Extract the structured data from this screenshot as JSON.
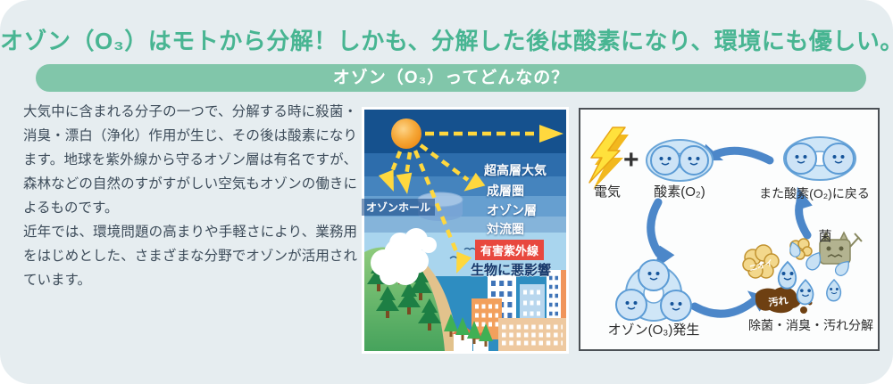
{
  "colors": {
    "card_bg": "#e6edf0",
    "title_green": "#48b592",
    "banner_green": "#81c6aa",
    "body_text": "#3d4c5a",
    "cycle_arrow_blue": "#4c87c9",
    "uv_warning_red": "#e8483e",
    "dashed_arrow_yellow": "#ffd83e",
    "sun_orange": "#f09a28"
  },
  "header": {
    "title": "オゾン（O₃）はモトから分解！しかも、分解した後は酸素になり、環境にも優しい。",
    "banner": "オゾン（O₃）ってどんなの？"
  },
  "intro": {
    "paragraph1": "大気中に含まれる分子の一つで、分解する時に殺菌・消臭・漂白（浄化）作用が生じ、その後は酸素になります。地球を紫外線から守るオゾン層は有名ですが、森林などの自然のすがすがしい空気もオゾンの働きによるものです。",
    "paragraph2": "近年では、環境問題の高まりや手軽さにより、業務用をはじめとした、さまざまな分野でオゾンが活用されています。"
  },
  "atmosphere": {
    "layers": [
      "超高層大気",
      "成層圏",
      "オゾン層",
      "対流圏"
    ],
    "ozone_hole_label": "オゾンホール",
    "uv_label": "有害紫外線",
    "uv_effect_label": "生物に悪影響"
  },
  "cycle": {
    "electricity_label": "電気",
    "plus_sign": "+",
    "oxygen_label": "酸素(O₂)",
    "oxygen_return_label": "また酸素(O₂)に戻る",
    "ozone_generation_label": "オゾン(O₃)発生",
    "effects_label": "除菌・消臭・汚れ分解",
    "bacteria_label": "菌",
    "odor_label": "ニオイ",
    "dirt_label": "汚れ"
  }
}
